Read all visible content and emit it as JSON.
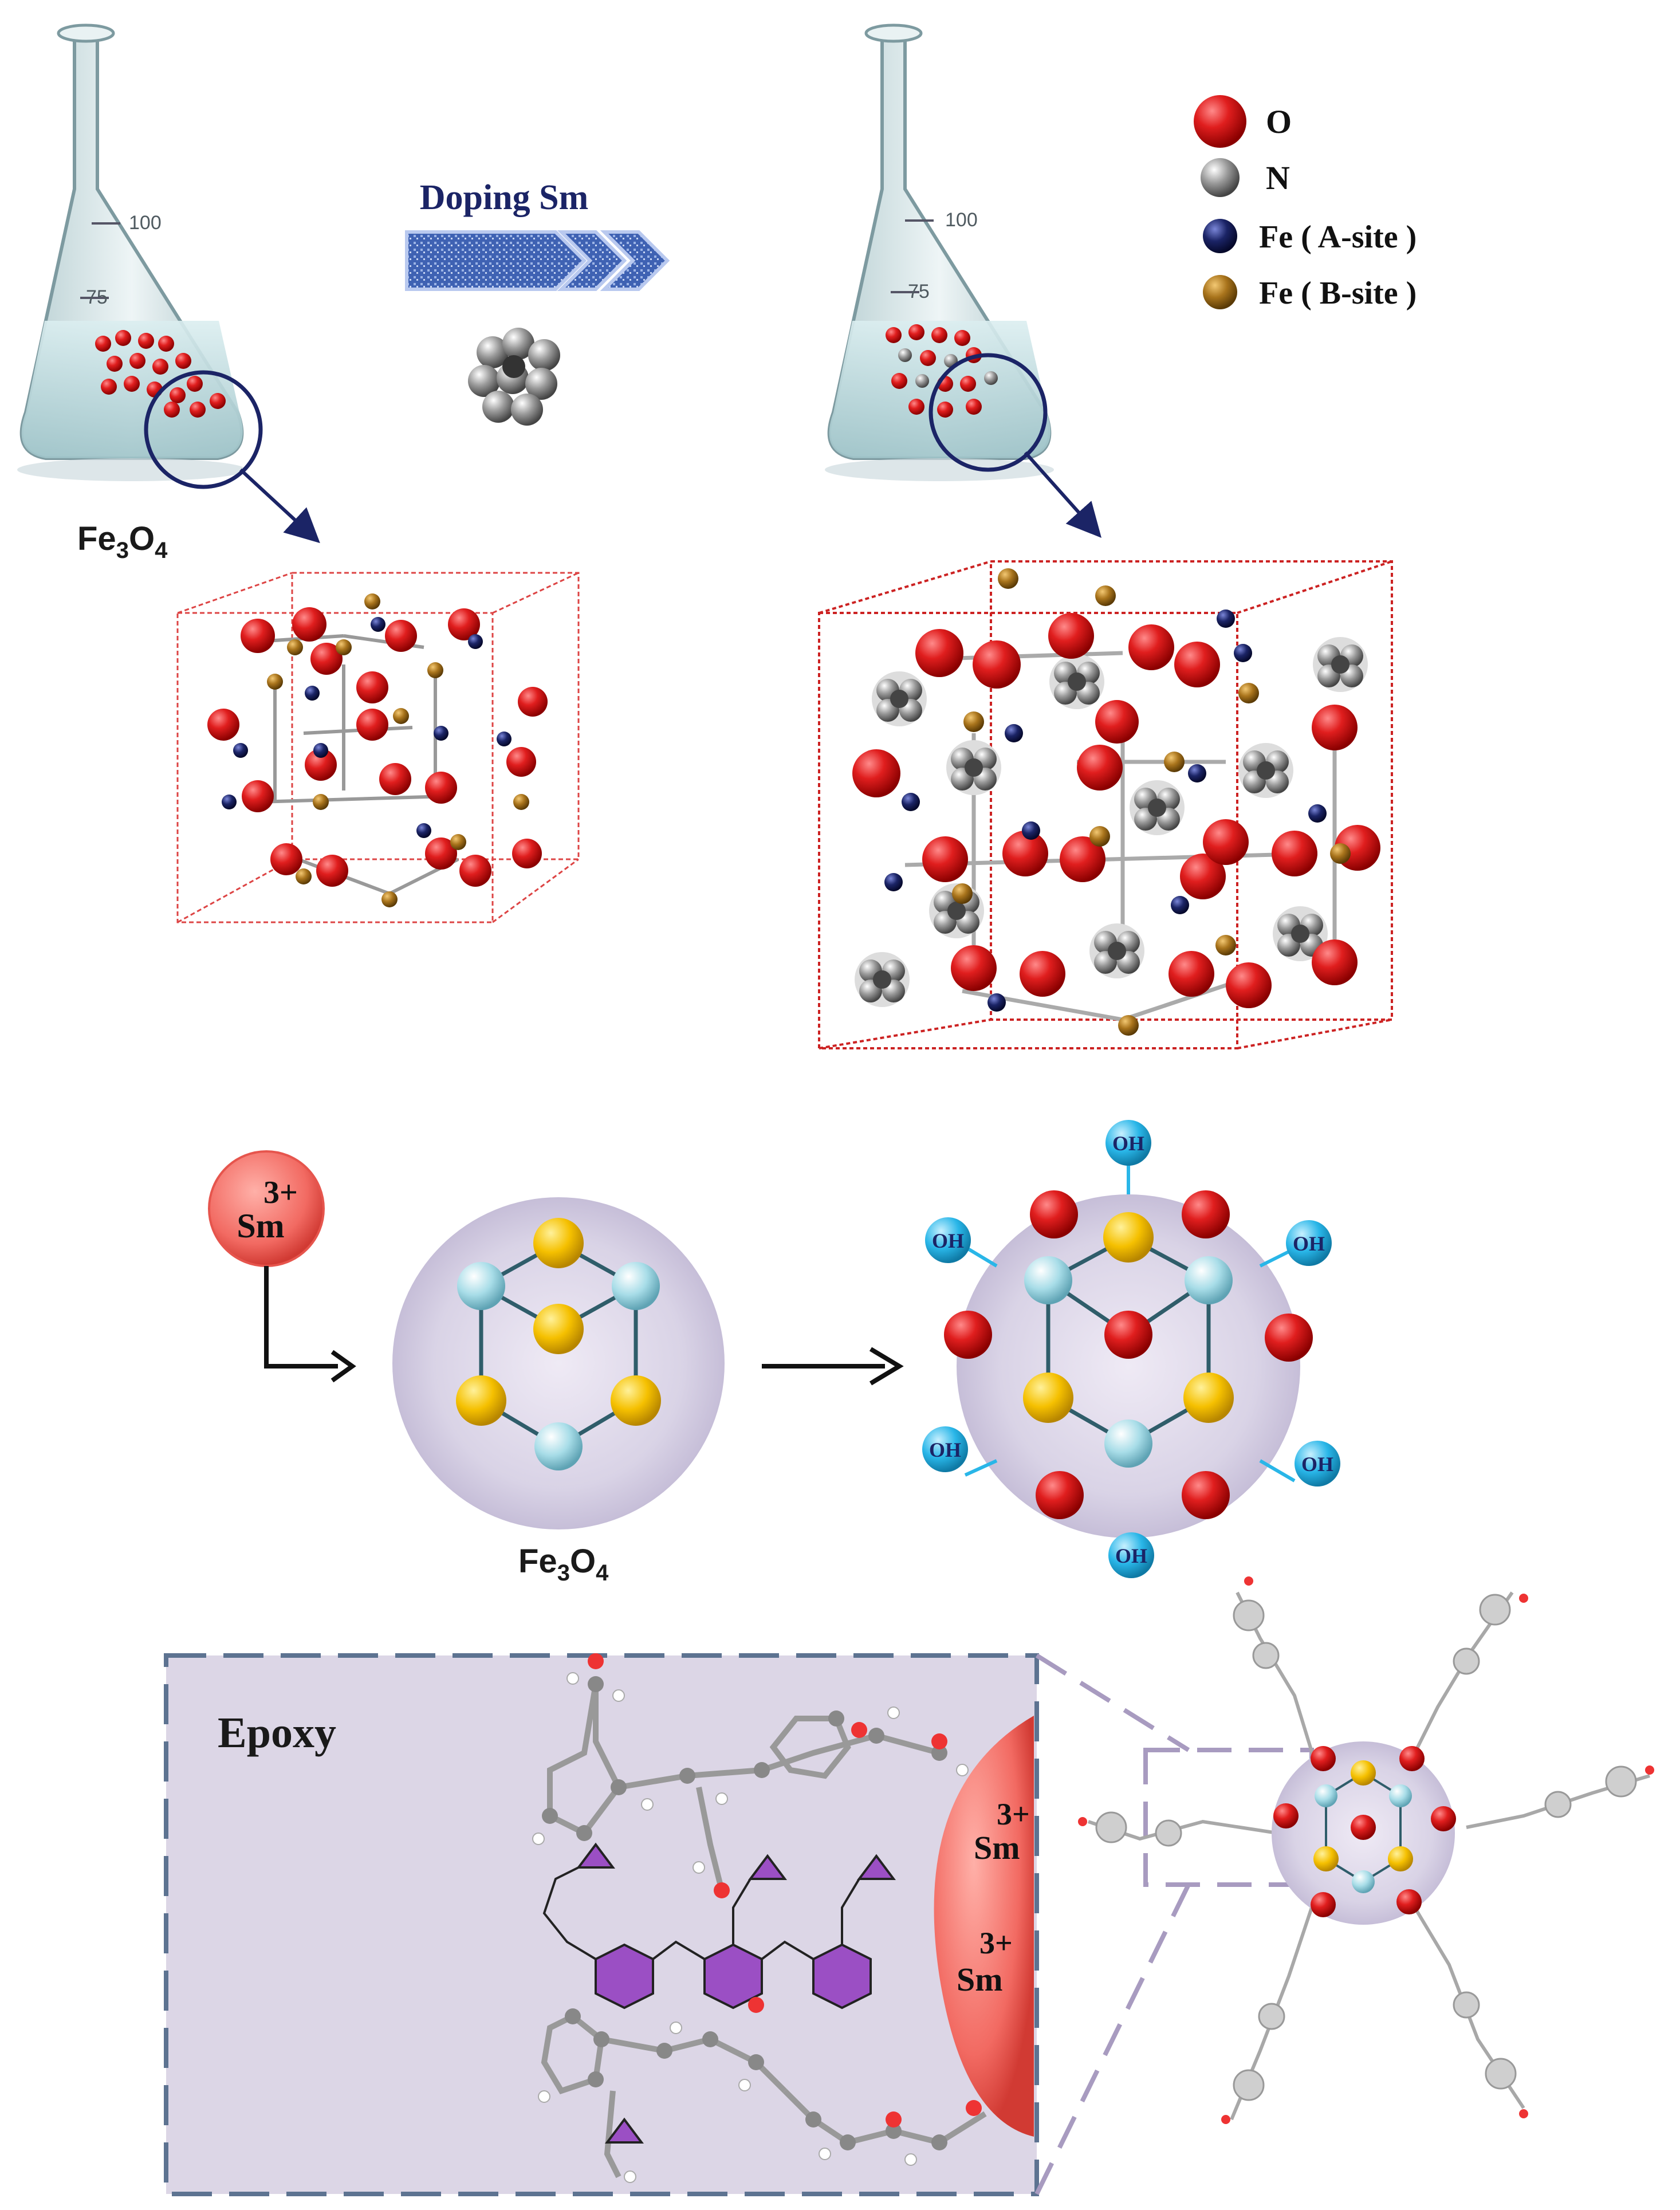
{
  "flask_left": {
    "mark_100": "100",
    "mark_75": "75",
    "label_main": "Fe",
    "label_sub1": "3",
    "label_mid": "O",
    "label_sub2": "4"
  },
  "flask_right": {
    "mark_100": "100",
    "mark_75": "75"
  },
  "doping_arrow": {
    "label": "Doping Sm"
  },
  "legend": {
    "items": [
      {
        "label": "O",
        "color": "#d11a1a"
      },
      {
        "label": "N",
        "color": "#8a8a8a"
      },
      {
        "label": "Fe ( A-site )",
        "color": "#1b2466"
      },
      {
        "label": "Fe ( B-site )",
        "color": "#a9741c"
      }
    ]
  },
  "middle": {
    "sm_ion": {
      "symbol": "Sm",
      "charge": "3+"
    },
    "core_label": {
      "main": "Fe",
      "sub1": "3",
      "mid": "O",
      "sub2": "4"
    },
    "oh_label": "OH"
  },
  "bottom": {
    "epoxy_label": "Epoxy",
    "sm_ion_label": {
      "symbol": "Sm",
      "charge": "3+"
    }
  },
  "colors": {
    "oxygen": "#d11a1a",
    "fe_a": "#1b2466",
    "fe_b": "#a9741c",
    "core_yellow": "#f5c000",
    "core_blue": "#a8dde8",
    "oh_blue": "#29b6e8",
    "particle_fill": "#d9d3e6",
    "epoxy_panel": "#dcd6e6",
    "ring_purple": "#9b4fc4"
  }
}
